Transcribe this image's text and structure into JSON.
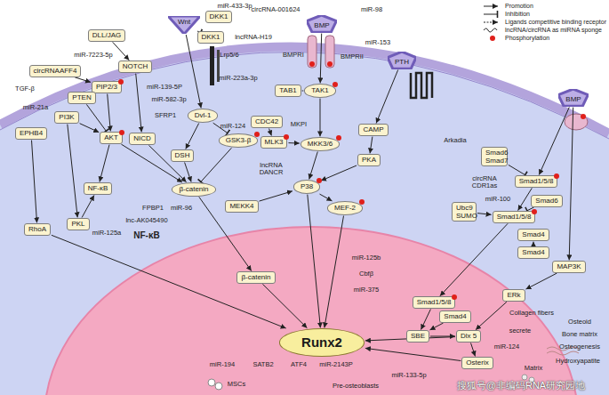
{
  "diagram": {
    "nodes": [
      {
        "text": [
          "DKK1"
        ]
      },
      {
        "text": [
          "DKK1"
        ]
      },
      {
        "text": [
          "Wnt"
        ]
      },
      {
        "text": [
          "circRNAAFF4"
        ]
      },
      {
        "text": [
          "DLL/JAG"
        ]
      },
      {
        "text": [
          "NOTCH"
        ]
      },
      {
        "text": [
          "PIP2/3"
        ]
      },
      {
        "text": [
          "PTEN"
        ]
      },
      {
        "text": [
          "PI3K"
        ]
      },
      {
        "text": [
          "EPHB4"
        ]
      },
      {
        "text": [
          "AKT"
        ]
      },
      {
        "text": [
          "NICD"
        ]
      },
      {
        "text": [
          "Dvl-1"
        ]
      },
      {
        "text": [
          "DSH"
        ]
      },
      {
        "text": [
          "GSK3-β"
        ]
      },
      {
        "text": [
          "β-catenin"
        ]
      },
      {
        "text": [
          "NF-κB"
        ]
      },
      {
        "text": [
          "PKL"
        ]
      },
      {
        "text": [
          "RhoA"
        ]
      },
      {
        "text": [
          "BMP"
        ]
      },
      {
        "text": [
          "TAB1"
        ]
      },
      {
        "text": [
          "TAK1"
        ]
      },
      {
        "text": [
          "CDC42"
        ]
      },
      {
        "text": [
          "MLK3"
        ]
      },
      {
        "text": [
          "MKK3/6"
        ]
      },
      {
        "text": [
          "MEKK4"
        ]
      },
      {
        "text": [
          "P38"
        ]
      },
      {
        "text": [
          "MEF-2"
        ]
      },
      {
        "text": [
          "PTH"
        ]
      },
      {
        "text": [
          "CAMP"
        ]
      },
      {
        "text": [
          "PKA"
        ]
      },
      {
        "text": [
          "Smad6 Smad7"
        ]
      },
      {
        "text": [
          "BMP"
        ]
      },
      {
        "text": [
          "Smad1/5/8"
        ]
      },
      {
        "text": [
          "Ubc9 SUMO"
        ]
      },
      {
        "text": [
          "Smad1/5/8"
        ]
      },
      {
        "text": [
          "Smad6"
        ]
      },
      {
        "text": [
          "Smad4"
        ]
      },
      {
        "text": [
          "Smad4"
        ]
      },
      {
        "text": [
          "MAP3K"
        ]
      },
      {
        "text": [
          "ERk"
        ]
      },
      {
        "text": [
          "β-catenin"
        ]
      },
      {
        "text": [
          "Smad1/5/8"
        ]
      },
      {
        "text": [
          "Smad4"
        ]
      },
      {
        "text": [
          "SBE"
        ]
      },
      {
        "text": [
          "Dlx 5"
        ]
      },
      {
        "text": [
          "Osterix"
        ]
      },
      {
        "text": [
          "Runx2"
        ]
      }
    ],
    "edges": [
      {
        "from": 1,
        "to": 2,
        "arrow": "to"
      },
      {
        "from": 2,
        "to": 12,
        "arrow": "to"
      },
      {
        "from": 4,
        "to": 5,
        "arrow": "to"
      },
      {
        "from": 5,
        "to": 11,
        "arrow": "to"
      },
      {
        "from": 11,
        "to": 15,
        "arrow": "to"
      },
      {
        "from": 3,
        "to": 6,
        "arrow": "to"
      },
      {
        "from": 6,
        "to": 10,
        "arrow": "to"
      },
      {
        "from": 7,
        "to": 10,
        "arrow": "to"
      },
      {
        "from": 8,
        "to": 10,
        "arrow": "to"
      },
      {
        "from": 10,
        "to": 16,
        "arrow": "to"
      },
      {
        "from": 10,
        "to": 15,
        "arrow": "to"
      },
      {
        "from": 12,
        "to": 13,
        "arrow": "to"
      },
      {
        "from": 13,
        "to": 15,
        "arrow": "to"
      },
      {
        "from": 12,
        "to": 14,
        "arrow": "to"
      },
      {
        "from": 14,
        "to": 15,
        "arrow": "to"
      },
      {
        "from": 15,
        "to": 41,
        "arrow": "to"
      },
      {
        "from": 41,
        "to": 47,
        "arrow": "to"
      },
      {
        "from": 9,
        "to": 18,
        "arrow": "to"
      },
      {
        "from": 18,
        "to": 47,
        "arrow": "to"
      },
      {
        "from": 8,
        "to": 17,
        "arrow": "to"
      },
      {
        "from": 19,
        "to": 21,
        "arrow": "to"
      },
      {
        "from": 20,
        "to": 21,
        "arrow": "none"
      },
      {
        "from": 21,
        "to": 24,
        "arrow": "to"
      },
      {
        "from": 22,
        "to": 23,
        "arrow": "to"
      },
      {
        "from": 23,
        "to": 24,
        "arrow": "to"
      },
      {
        "from": 24,
        "to": 26,
        "arrow": "to"
      },
      {
        "from": 25,
        "to": 26,
        "arrow": "to"
      },
      {
        "from": 26,
        "to": 27,
        "arrow": "to"
      },
      {
        "from": 26,
        "to": 47,
        "arrow": "to"
      },
      {
        "from": 27,
        "to": 47,
        "arrow": "to"
      },
      {
        "from": 28,
        "to": 29,
        "arrow": "to"
      },
      {
        "from": 29,
        "to": 30,
        "arrow": "to"
      },
      {
        "from": 30,
        "to": 26,
        "arrow": "to"
      },
      {
        "from": 32,
        "to": 33,
        "arrow": "to"
      },
      {
        "from": 31,
        "to": 33,
        "arrow": "to"
      },
      {
        "from": 34,
        "to": 35,
        "arrow": "to"
      },
      {
        "from": 36,
        "to": 35,
        "arrow": "to"
      },
      {
        "from": 33,
        "to": 35,
        "arrow": "to"
      },
      {
        "from": 38,
        "to": 37,
        "arrow": "to"
      },
      {
        "from": 35,
        "to": 42,
        "arrow": "to"
      },
      {
        "from": 32,
        "to": 39,
        "arrow": "to"
      },
      {
        "from": 39,
        "to": 40,
        "arrow": "to"
      },
      {
        "from": 40,
        "to": 45,
        "arrow": "to"
      },
      {
        "from": 42,
        "to": 44,
        "arrow": "to"
      },
      {
        "from": 43,
        "to": 44,
        "arrow": "to"
      },
      {
        "from": 44,
        "to": 45,
        "arrow": "to"
      },
      {
        "from": 45,
        "to": 46,
        "arrow": "to"
      },
      {
        "from": 45,
        "to": 47,
        "arrow": "to"
      },
      {
        "from": 46,
        "to": 47,
        "arrow": "to"
      },
      {
        "from": 17,
        "to": 16,
        "arrow": "to"
      }
    ],
    "labels": [
      "miR-433-3p",
      "lncRNA-H19",
      "Lrp5/6",
      "miR-223a-3p",
      "circRNA-001624",
      "miR-98",
      "miR-153",
      "BMPRI",
      "BMPRII",
      "miR-7223-5p",
      "TGF-β",
      "miR-21a",
      "miR-139-5P",
      "miR-582-3p",
      "SFRP1",
      "miR-124",
      "MKPI",
      "lncRNA DANCR",
      "NF-κB",
      "miR-125a",
      "FPBP1",
      "miR-96",
      "lnc-AK045490",
      "Arkadia",
      "circRNA CDR1as",
      "miR-100",
      "miR-125b",
      "Cbfβ",
      "miR-375",
      "miR-124",
      "miR-133-5p",
      "miR-194",
      "SATB2",
      "ATF4",
      "miR-2143P",
      "MSCs",
      "Pre-osteoblasts",
      "Collagen fibers",
      "Osteoid",
      "Bone matrix",
      "Osteogenesis",
      "secrete",
      "Matrix",
      "Hydroxyapatite",
      "搜狐号@非编码RNA研究园地"
    ],
    "legend": [
      {
        "text": "Promotion"
      },
      {
        "text": "Inhibition"
      },
      {
        "text": "Ligands competitive binding receptor"
      },
      {
        "text": "lncRNA/circRNA as miRNA sponge"
      },
      {
        "text": "Phosphorylation"
      }
    ]
  }
}
